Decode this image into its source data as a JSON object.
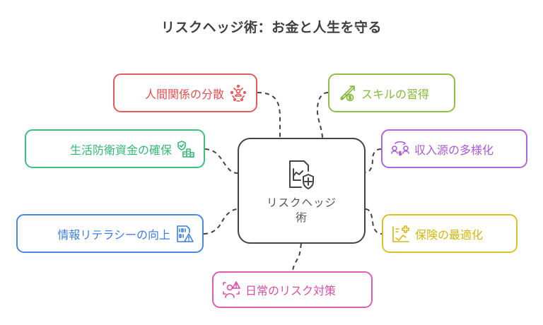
{
  "title": "リスクヘッジ術：お金と人生を守る",
  "center": {
    "label": "リスクヘッジ術",
    "icon": "document-chart-shield-icon",
    "color": "#444444"
  },
  "nodes": [
    {
      "id": "relations",
      "label": "人間関係の分散",
      "icon": "people-network-icon",
      "color": "#e55b5b",
      "position": "top-left"
    },
    {
      "id": "skill",
      "label": "スキルの習得",
      "icon": "tools-money-icon",
      "color": "#8dc044",
      "position": "top-right"
    },
    {
      "id": "fund",
      "label": "生活防衛資金の確保",
      "icon": "shield-building-icon",
      "color": "#3cc17e",
      "position": "middle-left-upper"
    },
    {
      "id": "income",
      "label": "収入源の多様化",
      "icon": "people-money-exchange-icon",
      "color": "#b065dd",
      "position": "middle-right-upper"
    },
    {
      "id": "literacy",
      "label": "情報リテラシーの向上",
      "icon": "binary-warning-icon",
      "color": "#4a87e0",
      "position": "middle-left-lower"
    },
    {
      "id": "insurance",
      "label": "保険の最適化",
      "icon": "chart-plus-icon",
      "color": "#dcc128",
      "position": "middle-right-lower"
    },
    {
      "id": "daily",
      "label": "日常のリスク対策",
      "icon": "person-alert-icon",
      "color": "#e05daf",
      "position": "bottom"
    }
  ]
}
